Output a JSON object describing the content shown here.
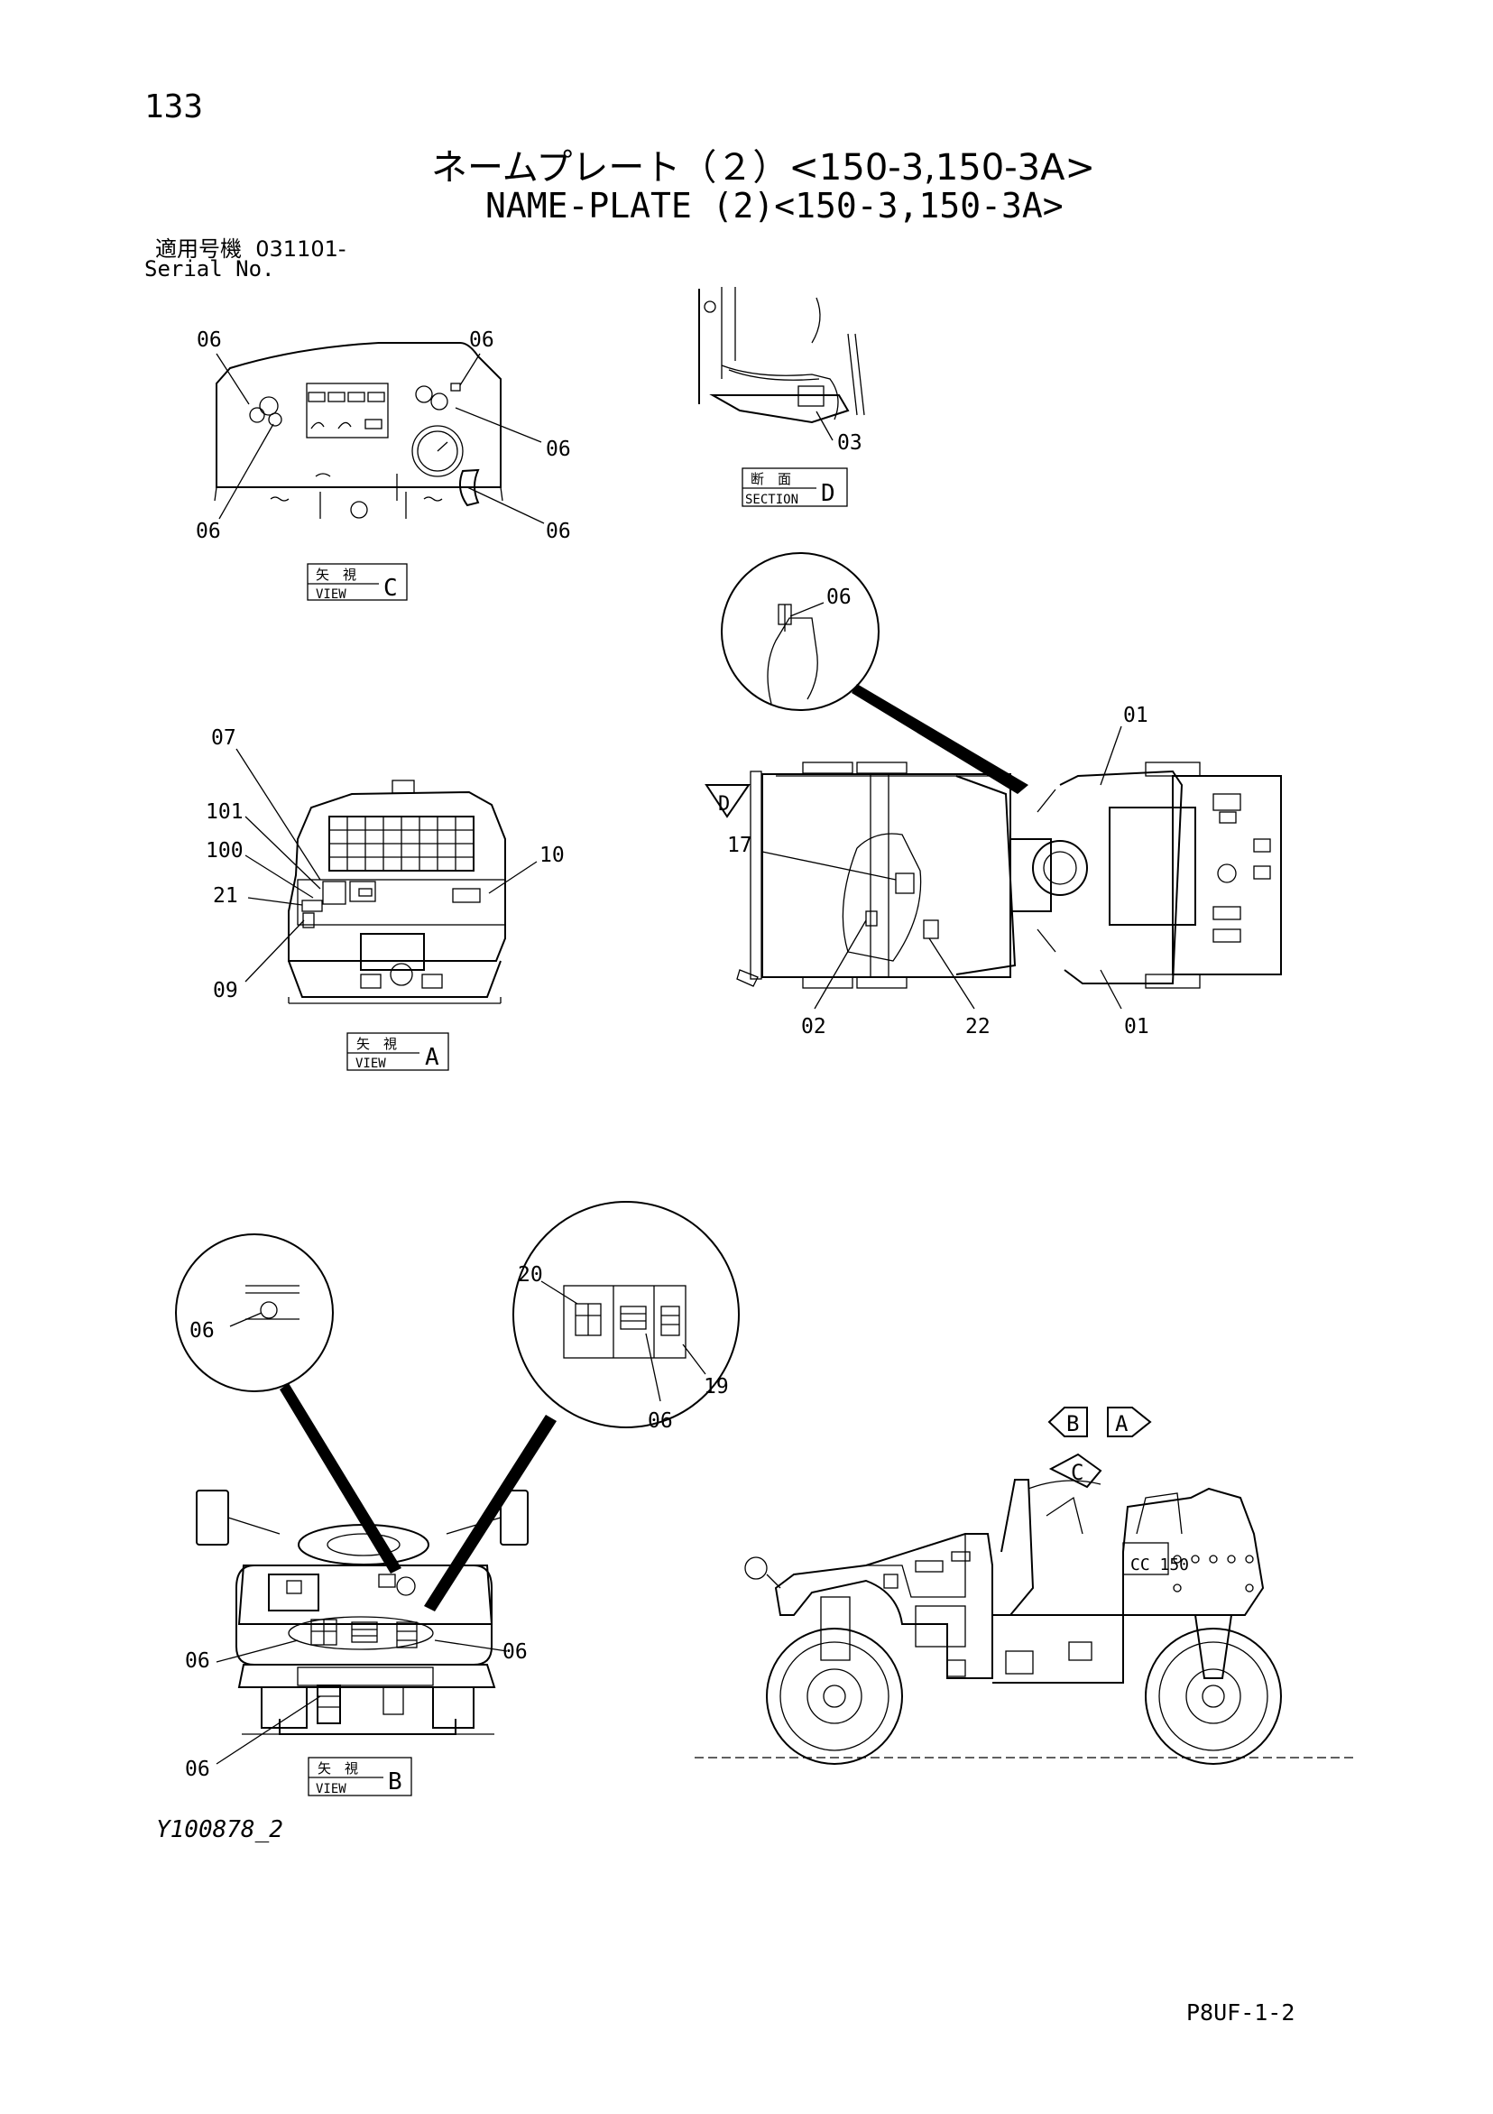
{
  "header": {
    "page_number": "133",
    "title_jp": "ネームプレート（２）<150-3,150-3A>",
    "title_en": "NAME-PLATE (2)<150-3,150-3A>",
    "serial_label_jp": "適用号機",
    "serial_value": "031101-",
    "serial_label_en": "Serial No."
  },
  "view_c": {
    "badge_jp": "矢　視",
    "badge_en": "VIEW",
    "badge_letter": "C",
    "callouts": [
      "06",
      "06",
      "06",
      "06",
      "06"
    ]
  },
  "section_d": {
    "badge_jp": "断　面",
    "badge_en": "SECTION",
    "badge_letter": "D",
    "callouts": [
      "03"
    ]
  },
  "top_view": {
    "callouts": [
      "06",
      "01",
      "17",
      "02",
      "22",
      "01"
    ],
    "arrow_letter": "D"
  },
  "view_a": {
    "badge_jp": "矢　視",
    "badge_en": "VIEW",
    "badge_letter": "A",
    "callouts": [
      "07",
      "101",
      "100",
      "10",
      "21",
      "09"
    ]
  },
  "view_b": {
    "badge_jp": "矢　視",
    "badge_en": "VIEW",
    "badge_letter": "B",
    "callouts": [
      "06",
      "20",
      "19",
      "06",
      "06",
      "06",
      "06"
    ]
  },
  "side_view": {
    "arrows": [
      "B",
      "A",
      "C"
    ],
    "decal": "CC 150"
  },
  "footer": {
    "drawing_id": "Y100878_2",
    "page_code": "P8UF-1-2"
  }
}
